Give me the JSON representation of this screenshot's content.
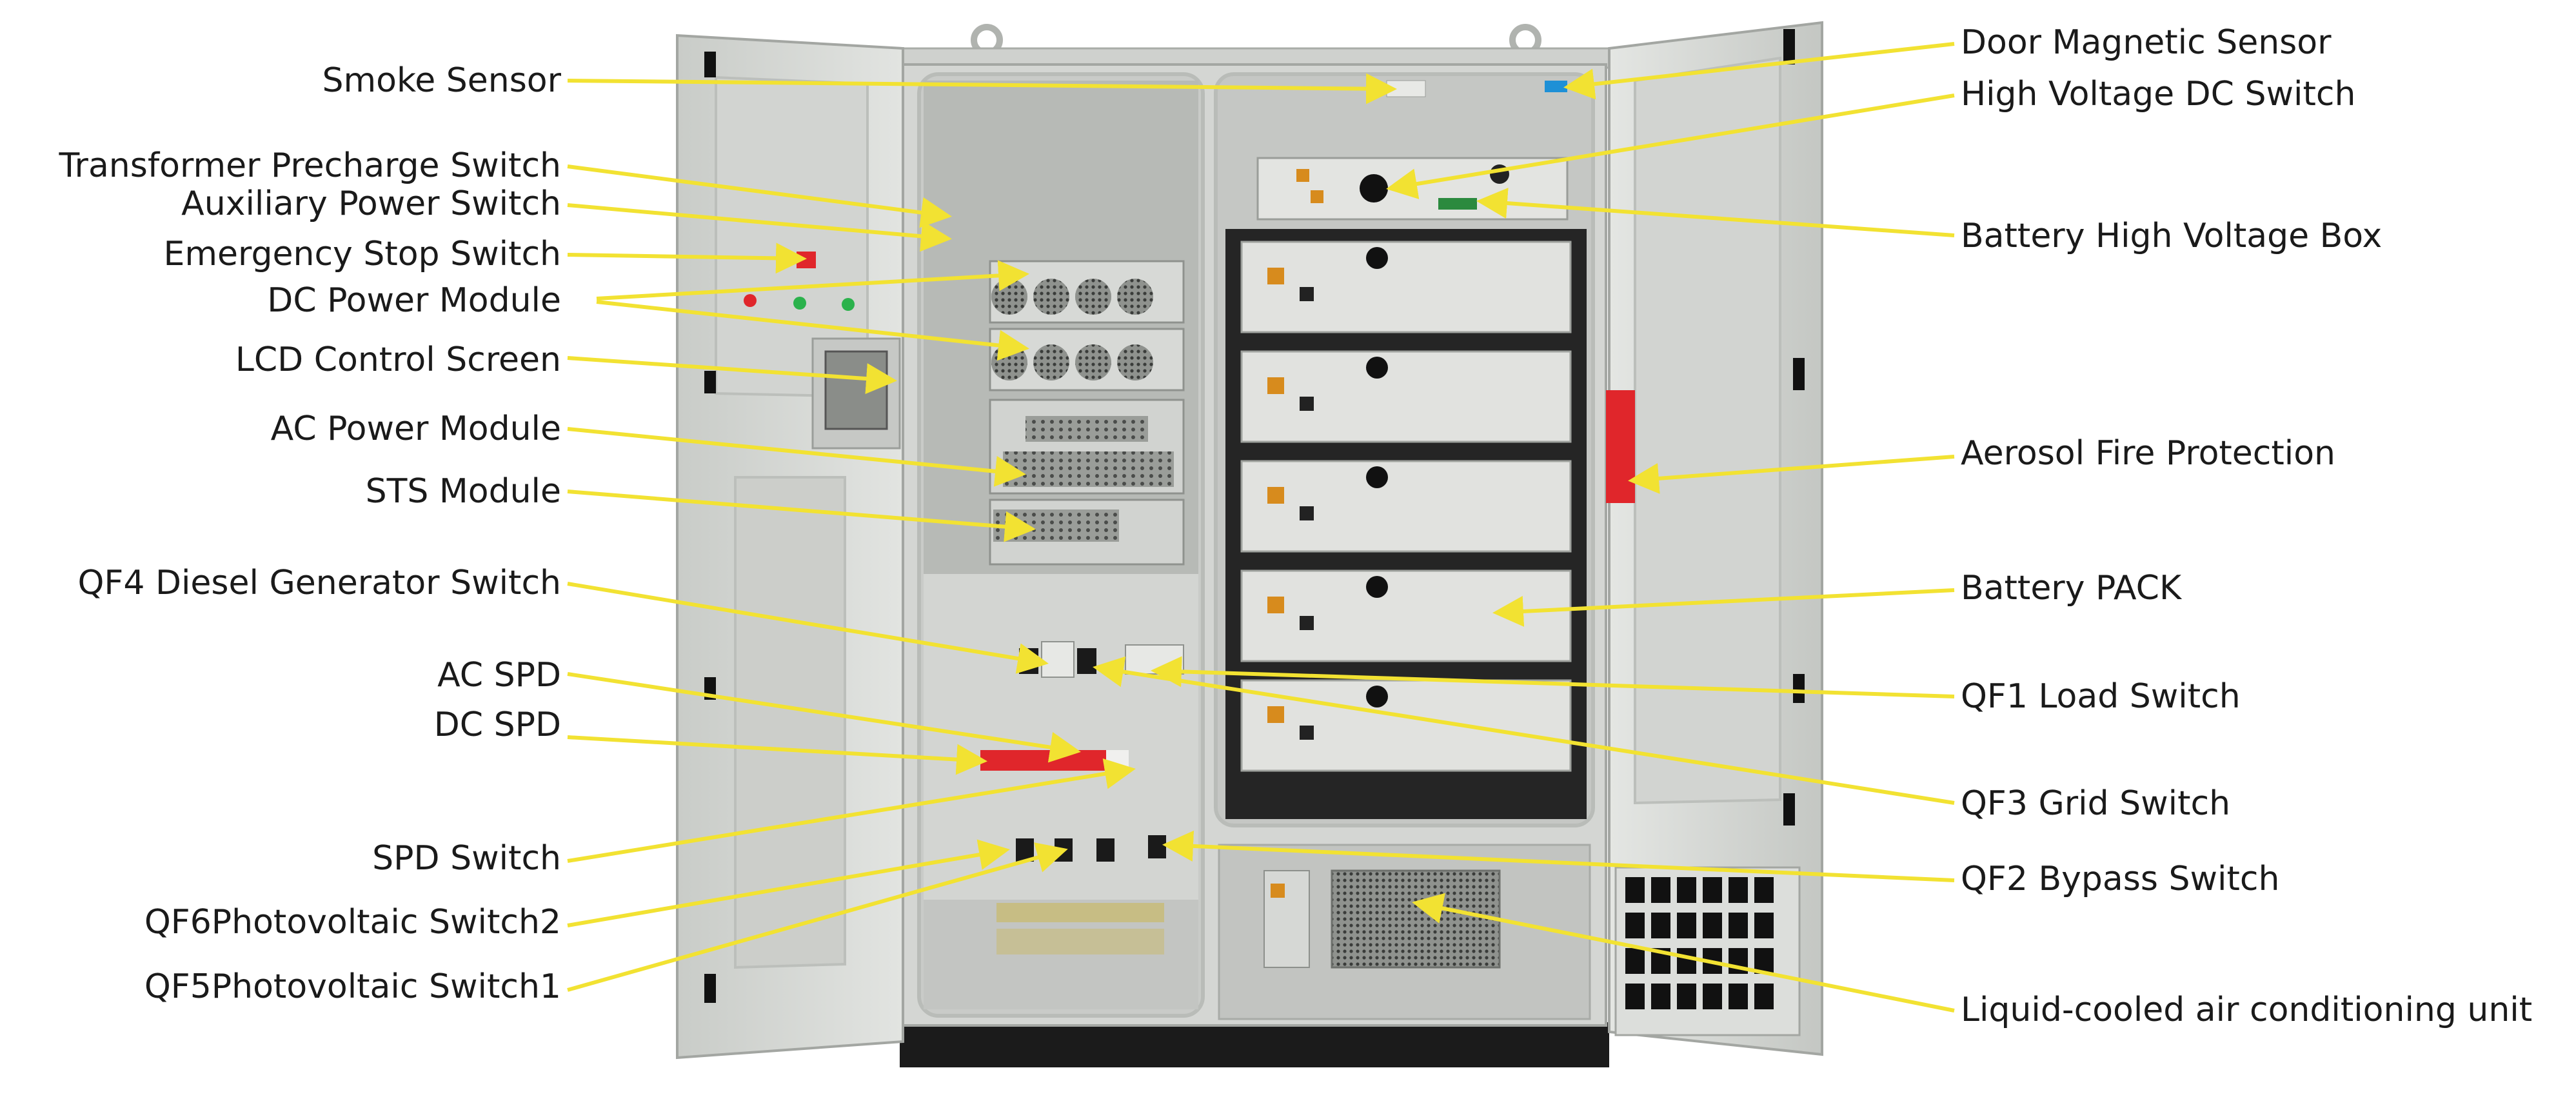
{
  "colors": {
    "leader": "#f2e232",
    "accent_red": "#e0262b",
    "cabinet": "#d9dbd8",
    "cabinet_dark": "#b5b8b4",
    "panel_black": "#1a1a1a"
  },
  "labels_left": [
    {
      "id": "smoke-sensor",
      "text": "Smoke Sensor"
    },
    {
      "id": "transformer-precharge-switch",
      "text": "Transformer Precharge Switch"
    },
    {
      "id": "auxiliary-power-switch",
      "text": "Auxiliary Power Switch"
    },
    {
      "id": "emergency-stop-switch",
      "text": "Emergency Stop Switch"
    },
    {
      "id": "dc-power-module",
      "text": "DC Power Module"
    },
    {
      "id": "lcd-control-screen",
      "text": "LCD Control Screen"
    },
    {
      "id": "ac-power-module",
      "text": "AC Power Module"
    },
    {
      "id": "sts-module",
      "text": "STS Module"
    },
    {
      "id": "qf4-diesel-generator-switch",
      "text": "QF4 Diesel Generator Switch"
    },
    {
      "id": "ac-spd",
      "text": "AC SPD"
    },
    {
      "id": "dc-spd",
      "text": "DC SPD"
    },
    {
      "id": "spd-switch",
      "text": "SPD Switch"
    },
    {
      "id": "qf6-photovoltaic-switch2",
      "text": "QF6Photovoltaic Switch2"
    },
    {
      "id": "qf5-photovoltaic-switch1",
      "text": "QF5Photovoltaic Switch1"
    }
  ],
  "labels_right": [
    {
      "id": "door-magnetic-sensor",
      "text": "Door Magnetic Sensor"
    },
    {
      "id": "high-voltage-dc-switch",
      "text": "High Voltage DC Switch"
    },
    {
      "id": "battery-high-voltage-box",
      "text": "Battery High Voltage Box"
    },
    {
      "id": "aerosol-fire-protection",
      "text": "Aerosol Fire Protection"
    },
    {
      "id": "battery-pack",
      "text": "Battery PACK"
    },
    {
      "id": "qf1-load-switch",
      "text": "QF1 Load Switch"
    },
    {
      "id": "qf3-grid-switch",
      "text": "QF3 Grid Switch"
    },
    {
      "id": "qf2-bypass-switch",
      "text": "QF2 Bypass Switch"
    },
    {
      "id": "liquid-cooled-air-conditioning-unit",
      "text": "Liquid-cooled air conditioning unit"
    }
  ]
}
